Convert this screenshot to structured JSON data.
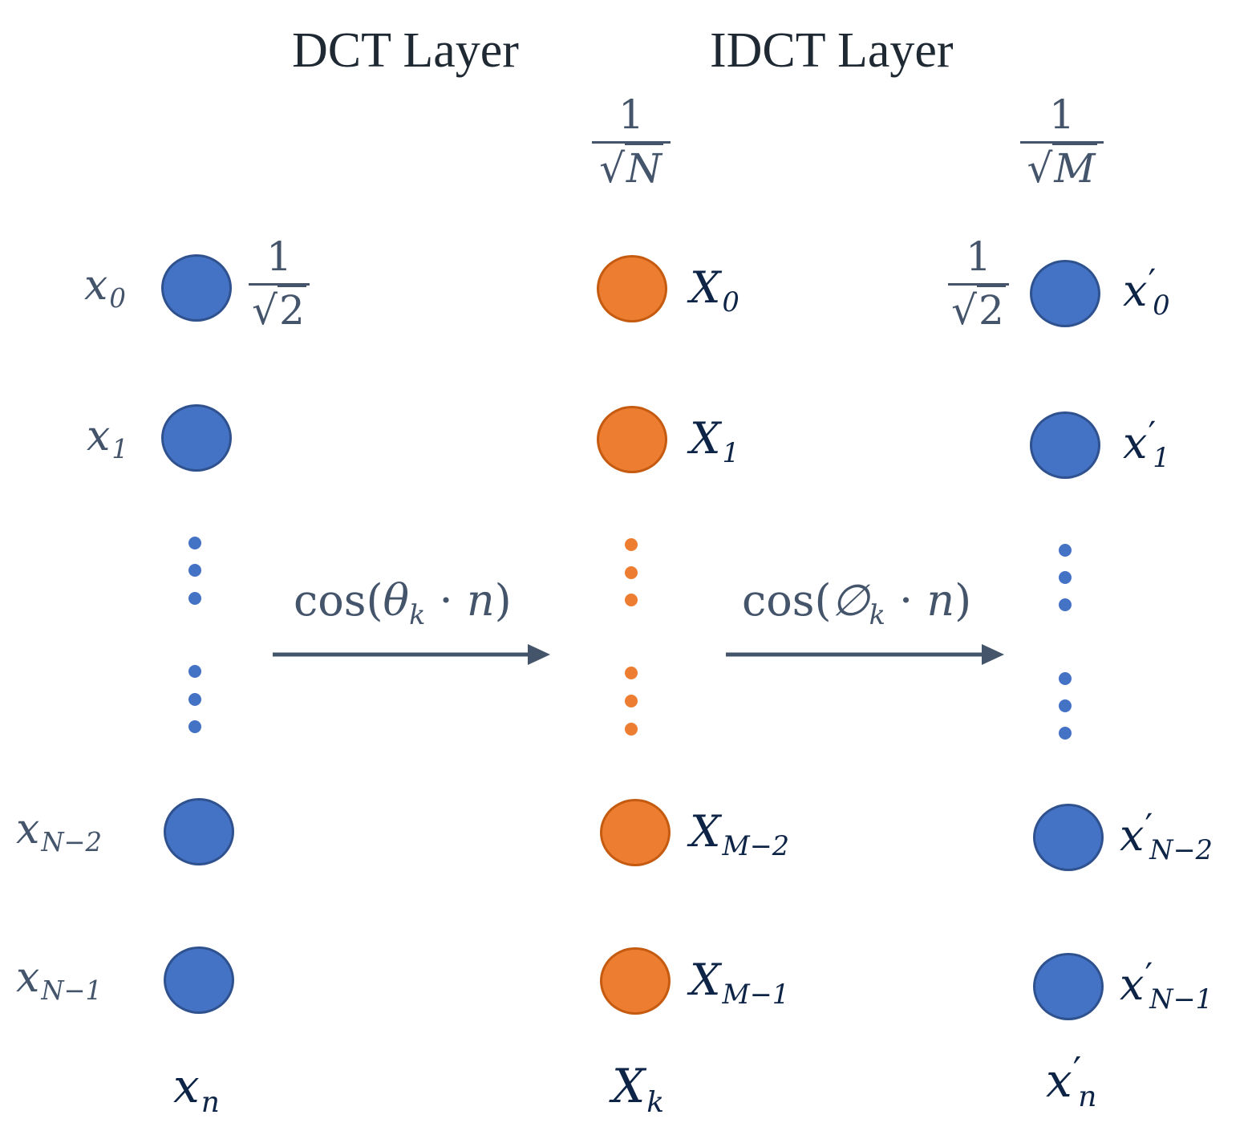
{
  "titles": {
    "dct": "DCT Layer",
    "idct": "IDCT Layer"
  },
  "input_column": {
    "nodes": [
      {
        "base": "x",
        "sub": "0"
      },
      {
        "base": "x",
        "sub": "1"
      },
      {
        "base": "x",
        "sub": "N−2"
      },
      {
        "base": "x",
        "sub": "N−1"
      }
    ],
    "bottom": {
      "base": "x",
      "sub": "n"
    },
    "scale": {
      "num": "1",
      "rad": "√",
      "under": "2"
    }
  },
  "dct_column": {
    "nodes": [
      {
        "base": "X",
        "sub": "0"
      },
      {
        "base": "X",
        "sub": "1"
      },
      {
        "base": "X",
        "sub": "M−2"
      },
      {
        "base": "X",
        "sub": "M−1"
      }
    ],
    "bottom": {
      "base": "X",
      "sub": "k"
    },
    "scale": {
      "num": "1",
      "rad": "√",
      "under": "N"
    }
  },
  "output_column": {
    "nodes": [
      {
        "base": "x",
        "prime": "′",
        "sub": "0"
      },
      {
        "base": "x",
        "prime": "′",
        "sub": "1"
      },
      {
        "base": "x",
        "prime": "′",
        "sub": "N−2"
      },
      {
        "base": "x",
        "prime": "′",
        "sub": "N−1"
      }
    ],
    "bottom": {
      "base": "x",
      "prime": "′",
      "sub": "n"
    },
    "scale_top": {
      "num": "1",
      "rad": "√",
      "under": "M"
    },
    "scale_first": {
      "num": "1",
      "rad": "√",
      "under": "2"
    }
  },
  "transforms": {
    "dct": {
      "fn": "cos(",
      "var": "θ",
      "sub": "k",
      "rest": " · ",
      "n": "n",
      "close": ")"
    },
    "idct": {
      "fn": "cos(",
      "var": "∅",
      "sub": "k",
      "rest": " · ",
      "n": "n",
      "close": ")"
    }
  },
  "colors": {
    "blue_node": "#4472c4",
    "orange_node": "#ed7d31",
    "text_gray": "#44546a",
    "text_navy": "#0d2447",
    "arrow": "#44546a"
  }
}
